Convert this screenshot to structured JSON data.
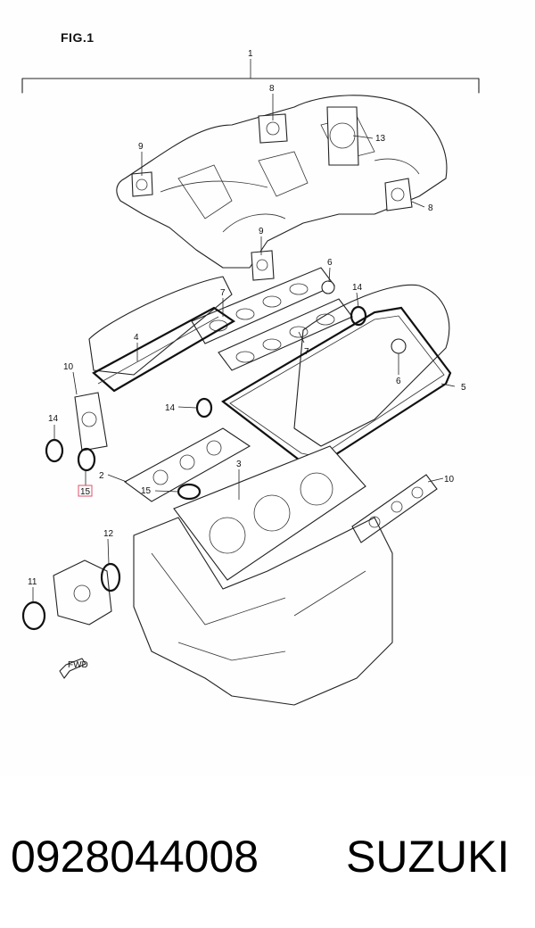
{
  "figure": {
    "title": "FIG.1",
    "callouts": [
      {
        "id": "c1",
        "label": "1"
      },
      {
        "id": "c8a",
        "label": "8"
      },
      {
        "id": "c8b",
        "label": "8"
      },
      {
        "id": "c9a",
        "label": "9"
      },
      {
        "id": "c9b",
        "label": "9"
      },
      {
        "id": "c13",
        "label": "13"
      },
      {
        "id": "c6a",
        "label": "6"
      },
      {
        "id": "c6b",
        "label": "6"
      },
      {
        "id": "c7a",
        "label": "7"
      },
      {
        "id": "c7b",
        "label": "7"
      },
      {
        "id": "c14a",
        "label": "14"
      },
      {
        "id": "c14b",
        "label": "14"
      },
      {
        "id": "c14c",
        "label": "14"
      },
      {
        "id": "c4",
        "label": "4"
      },
      {
        "id": "c5",
        "label": "5"
      },
      {
        "id": "c10a",
        "label": "10"
      },
      {
        "id": "c10b",
        "label": "10"
      },
      {
        "id": "c2",
        "label": "2"
      },
      {
        "id": "c3",
        "label": "3"
      },
      {
        "id": "c15a",
        "label": "15"
      },
      {
        "id": "c15b",
        "label": "15"
      },
      {
        "id": "c12",
        "label": "12"
      },
      {
        "id": "c11",
        "label": "11"
      }
    ],
    "highlight_color": "#e0506a",
    "fwd_label": "FWD"
  },
  "footer": {
    "part_number": "0928044008",
    "brand": "SUZUKI"
  }
}
